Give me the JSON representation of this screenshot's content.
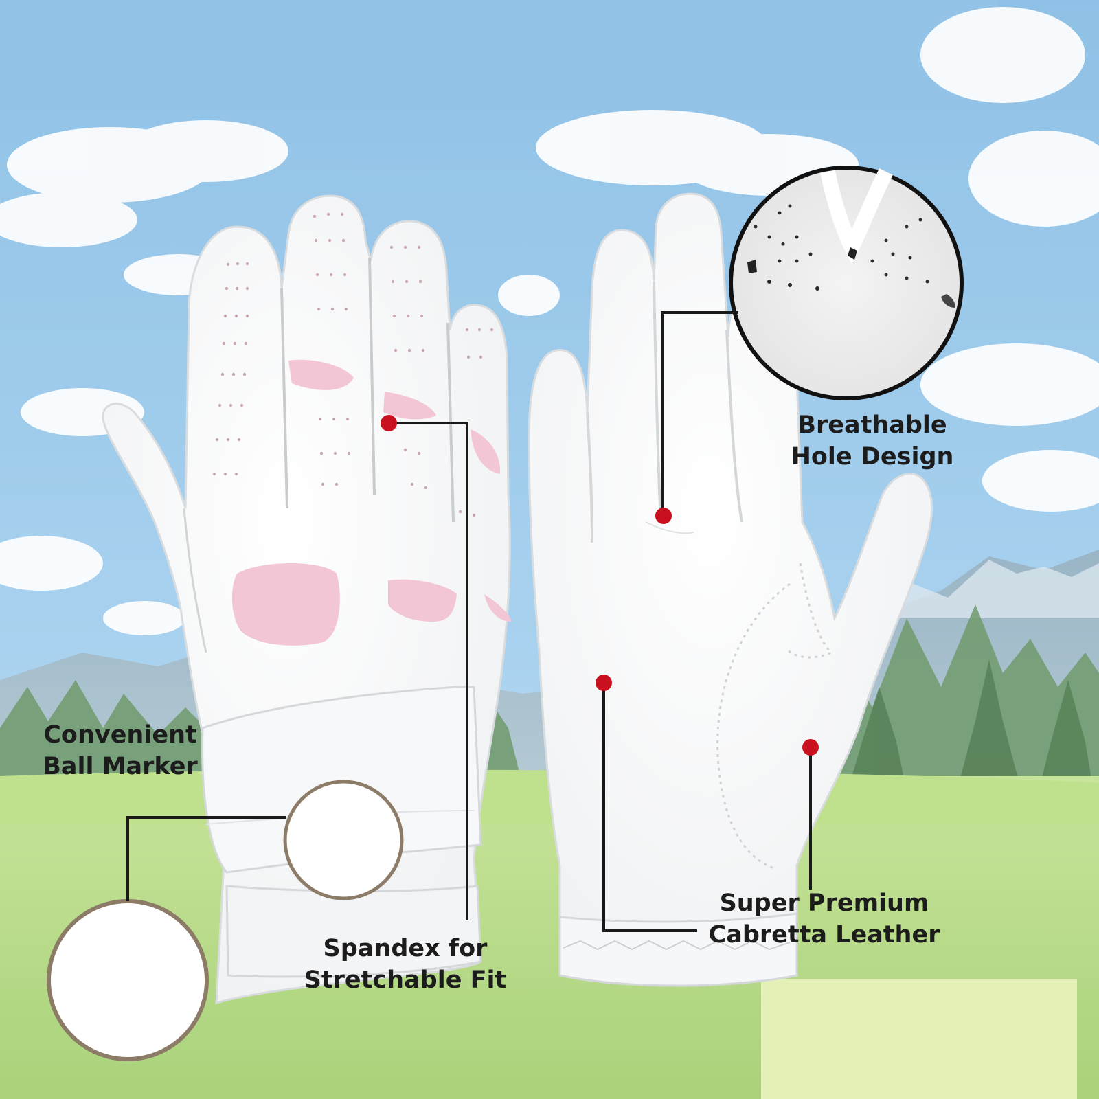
{
  "callouts": {
    "breathable": {
      "line1": "Breathable",
      "line2": "Hole Design"
    },
    "ball_marker": {
      "line1": "Convenient",
      "line2": "Ball Marker"
    },
    "spandex": {
      "line1": "Spandex for",
      "line2": "Stretchable Fit"
    },
    "leather": {
      "line1": "Super Premium",
      "line2": "Cabretta Leather"
    }
  },
  "colors": {
    "sky_top": "#8fc1e6",
    "sky_bottom": "#cfe6f6",
    "grass": "#b8dc86",
    "glove": "#fbfbfb",
    "pink_panel": "#f2c6d4",
    "marker_dot": "#c8101e",
    "leader_line": "#1a1a1a"
  }
}
